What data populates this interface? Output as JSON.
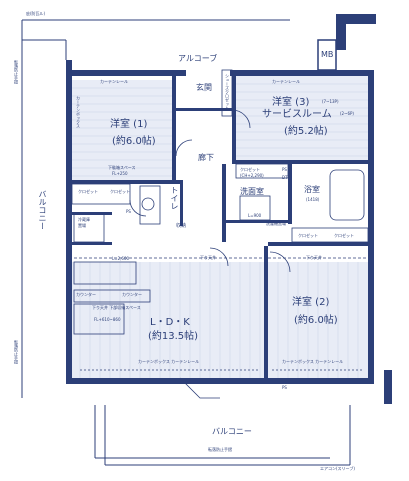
{
  "colors": {
    "line": "#2c3f78",
    "floor": "#e8ecf6",
    "wall": "#2c3f78",
    "bg": "#ffffff"
  },
  "exterior": {
    "eave": "庇(防瓦ル)",
    "alcove": "アルコーブ",
    "mb": "MB",
    "handrail_left_top": "転落防止手摺",
    "handrail_left_bottom": "転落防止手摺",
    "balcony_left": "バルコニー",
    "balcony_bottom": "バルコニー",
    "balcony_bottom_rail": "転落防止手摺",
    "aircon_bottom": "エアコン(スリーブ)"
  },
  "rooms": {
    "western1": {
      "name": "洋室 (1)",
      "size": "(約6.0帖)"
    },
    "western3": {
      "name": "洋室 (3)",
      "sub": "サービスルーム",
      "size": "(約5.2帖)",
      "note1": "(7~13P)",
      "note2": "(2~6P)"
    },
    "western2": {
      "name": "洋室 (2)",
      "size": "(約6.0帖)"
    },
    "ldk": {
      "name": "L・D・K",
      "size": "(約13.5帖)"
    },
    "entrance": "玄関",
    "hall": "廊下",
    "toilet": "トイレ",
    "wash": "洗面室",
    "bath": "浴室",
    "bath_size": "(1418)",
    "storage": "収納"
  },
  "fixtures": {
    "closet": "クロゼット",
    "closet_size": "(CH+2,290)",
    "shoe_closet": "シューズクロゼット",
    "curtain_rail": "カーテンレール",
    "curtain_box": "カーテンボックス",
    "curtain_box_rail": "カーテンボックス カーテンレール",
    "fridge": "冷蔵庫",
    "fridge_space": "置場",
    "desk_space": "下駄箱スペース",
    "desk_space_h": "FL+250",
    "counter": "カウンター",
    "kitchen_h": "L=2,600",
    "wash_h": "L=900",
    "washer": "洗濯機置場",
    "ps": "PS",
    "dt": "DT",
    "ceiling": "下り天井",
    "ceiling_note": "下り天井 下部収納スペース",
    "ceiling_note_h": "FL+610~860",
    "pipe": "PS"
  }
}
